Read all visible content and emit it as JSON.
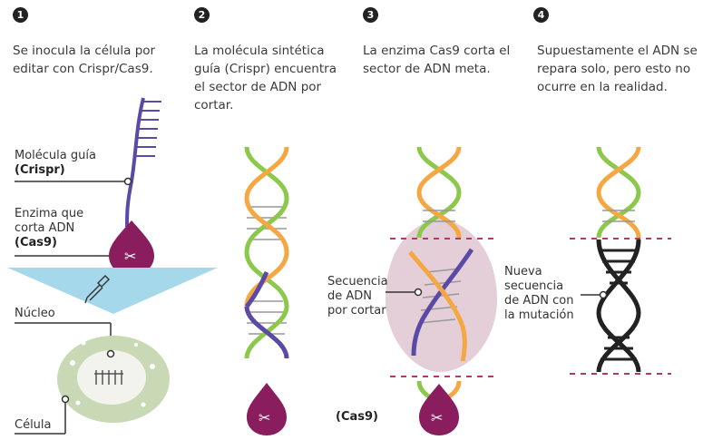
{
  "steps": [
    {
      "number": "1",
      "text": "Se inocula la célula por editar con Crispr/Cas9."
    },
    {
      "number": "2",
      "text": "La molécula sintética guía (Crispr) encuentra el sector de ADN por cortar."
    },
    {
      "number": "3",
      "text": "La enzima Cas9 corta el sector de ADN meta."
    },
    {
      "number": "4",
      "text": "Supuestamente el ADN se repara solo, pero esto no ocurre en la realidad."
    }
  ],
  "labels": {
    "guide_molecule": "Molécula guía",
    "guide_molecule_bold": "(Crispr)",
    "enzyme_line1": "Enzima que",
    "enzyme_line2": "corta ADN",
    "enzyme_bold": "(Cas9)",
    "nucleus": "Núcleo",
    "cell": "Célula",
    "cut_sequence": "Secuencia de ADN por cortar",
    "cut_sequence_l1": "Secuencia",
    "cut_sequence_l2": "de ADN",
    "cut_sequence_l3": "por cortar",
    "cas9_bottom": "(Cas9)",
    "new_sequence_l1": "Nueva",
    "new_sequence_l2": "secuencia",
    "new_sequence_l3": "de ADN con",
    "new_sequence_l4": "la mutación"
  },
  "colors": {
    "strand_orange": "#f4a742",
    "strand_green": "#8cc84b",
    "strand_purple": "#5b4aa5",
    "enzyme": "#8a1d5e",
    "cell_fill": "#c9d9b6",
    "funnel": "#a6d8ec",
    "cut_halo": "#e4cfd8",
    "cut_line": "#b03a6a",
    "rung": "#999999",
    "text": "#333333"
  }
}
